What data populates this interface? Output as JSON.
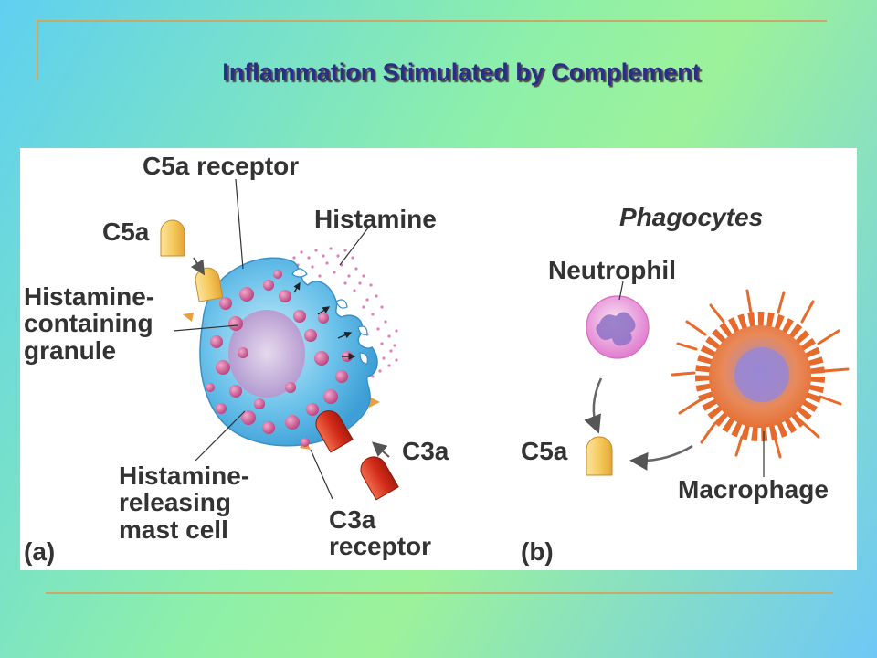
{
  "slide": {
    "title": "Inflammation Stimulated by Complement"
  },
  "panel_a": {
    "c5a_receptor": "C5a receptor",
    "c5a": "C5a",
    "histamine": "Histamine",
    "granule_line1": "Histamine-",
    "granule_line2": "containing",
    "granule_line3": "granule",
    "mast_line1": "Histamine-",
    "mast_line2": "releasing",
    "mast_line3": "mast cell",
    "c3a": "C3a",
    "c3a_receptor_line1": "C3a",
    "c3a_receptor_line2": "receptor",
    "panel_label": "(a)"
  },
  "panel_b": {
    "heading": "Phagocytes",
    "neutrophil": "Neutrophil",
    "c5a": "C5a",
    "macrophage": "Macrophage",
    "panel_label": "(b)"
  },
  "colors": {
    "title": "#2c2e86",
    "rule": "#c9a96a",
    "mast_cell": "#7ec6ea",
    "granule": "#c9508a",
    "c5a": "#f3c15a",
    "c3a": "#d8321e",
    "macrophage": "#e8743a",
    "neutrophil": "#e88fd0"
  }
}
